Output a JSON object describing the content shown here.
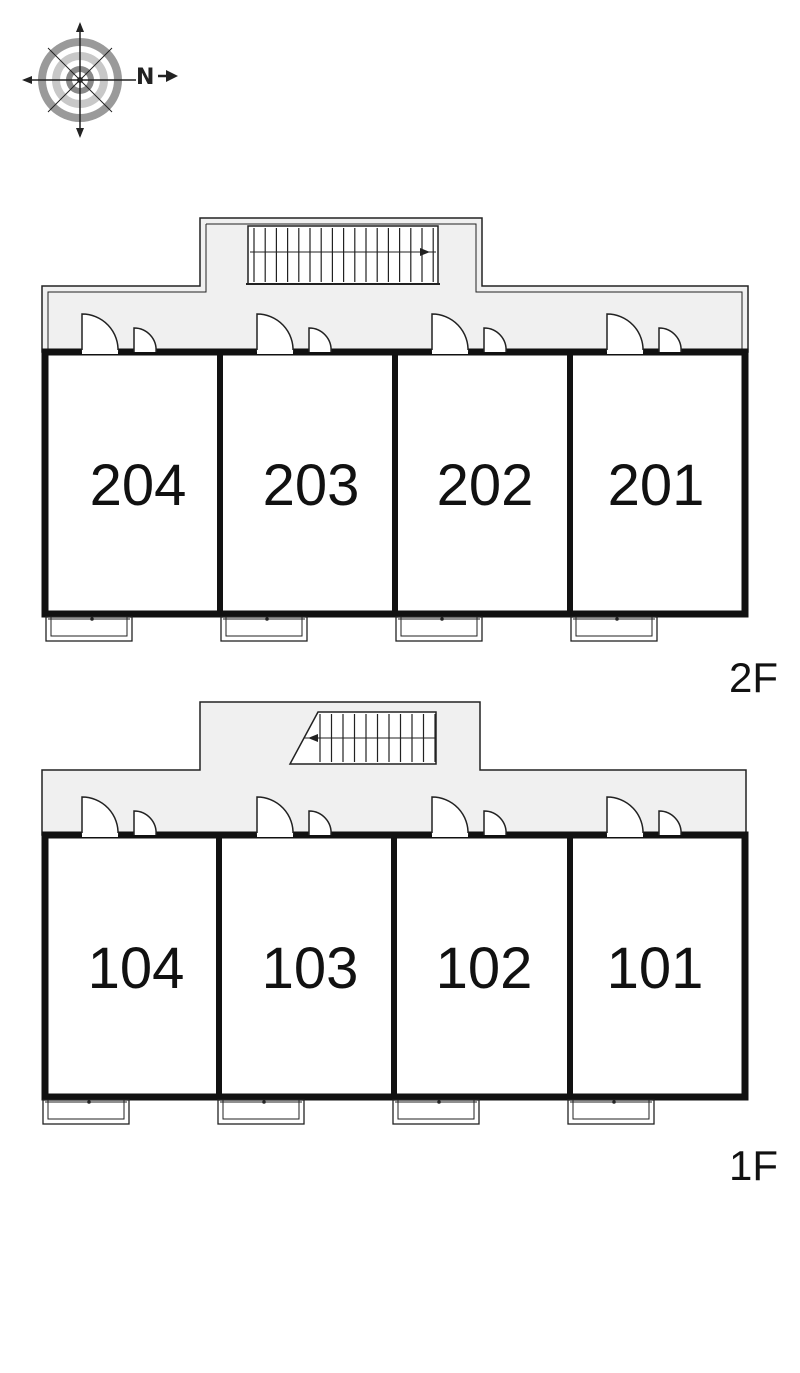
{
  "compass": {
    "icon": "compass-rose-icon",
    "north_letter": "N"
  },
  "floors": [
    {
      "label": "2F",
      "units": [
        "204",
        "203",
        "202",
        "201"
      ]
    },
    {
      "label": "1F",
      "units": [
        "104",
        "103",
        "102",
        "101"
      ]
    }
  ],
  "colors": {
    "corridor": "#f0f0f0",
    "wall": "#111111",
    "line": "#222222",
    "background": "#ffffff"
  }
}
